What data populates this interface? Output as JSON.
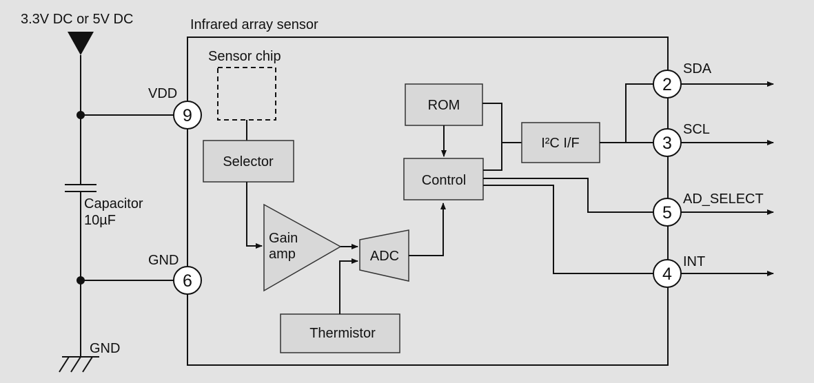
{
  "supply": {
    "voltage_label": "3.3V DC or 5V DC"
  },
  "sensor": {
    "title": "Infrared array sensor"
  },
  "blocks": {
    "sensor_chip": "Sensor chip",
    "selector": "Selector",
    "gain_amp_line1": "Gain",
    "gain_amp_line2": "amp",
    "adc": "ADC",
    "thermistor": "Thermistor",
    "rom": "ROM",
    "control": "Control",
    "i2c": "I²C I/F"
  },
  "external": {
    "capacitor_label": "Capacitor",
    "capacitor_value": "10µF",
    "ground_label": "GND"
  },
  "pins": {
    "vdd": {
      "number": "9",
      "name": "VDD"
    },
    "gnd": {
      "number": "6",
      "name": "GND"
    },
    "sda": {
      "number": "2",
      "name": "SDA"
    },
    "scl": {
      "number": "3",
      "name": "SCL"
    },
    "ad_select": {
      "number": "5",
      "name": "AD_SELECT"
    },
    "int": {
      "number": "4",
      "name": "INT"
    }
  }
}
